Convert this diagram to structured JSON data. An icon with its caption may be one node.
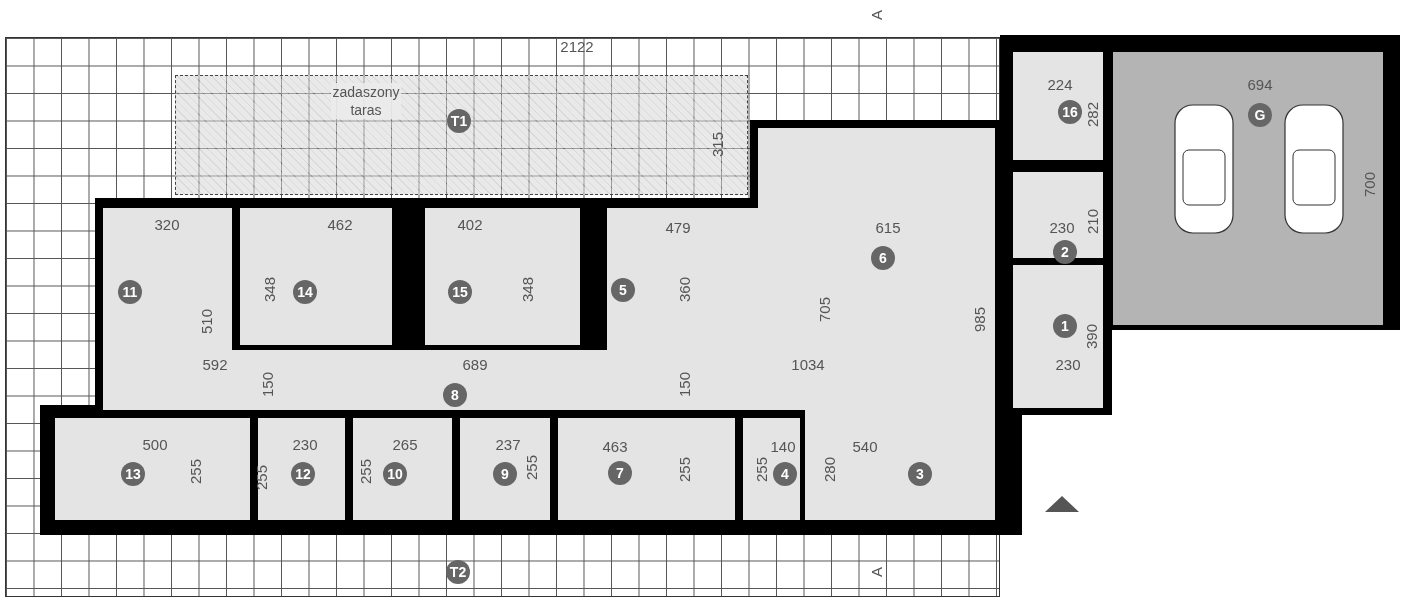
{
  "diagram": {
    "nodes": [
      {
        "text": [
          "zadaszony taras",
          "T1"
        ]
      },
      {
        "text": [
          "16"
        ]
      },
      {
        "text": [
          "G"
        ]
      },
      {
        "text": [
          "11"
        ]
      },
      {
        "text": [
          "14"
        ]
      },
      {
        "text": [
          "15"
        ]
      },
      {
        "text": [
          "5"
        ]
      },
      {
        "text": [
          "6"
        ]
      },
      {
        "text": [
          "2"
        ]
      },
      {
        "text": [
          "1"
        ]
      },
      {
        "text": [
          "8"
        ]
      },
      {
        "text": [
          "13"
        ]
      },
      {
        "text": [
          "12"
        ]
      },
      {
        "text": [
          "10"
        ]
      },
      {
        "text": [
          "9"
        ]
      },
      {
        "text": [
          "7"
        ]
      },
      {
        "text": [
          "4"
        ]
      },
      {
        "text": [
          "3"
        ]
      },
      {
        "text": [
          "T2"
        ]
      }
    ],
    "labels": [
      "A",
      "2122",
      "224",
      "694",
      "282",
      "315",
      "700",
      "320",
      "462",
      "402",
      "210",
      "479",
      "615",
      "230",
      "348",
      "348",
      "360",
      "705",
      "510",
      "985",
      "390",
      "592",
      "689",
      "1034",
      "230",
      "150",
      "150",
      "500",
      "230",
      "265",
      "237",
      "463",
      "140",
      "540",
      "255",
      "255",
      "255",
      "255",
      "255",
      "255",
      "280",
      "A"
    ]
  }
}
